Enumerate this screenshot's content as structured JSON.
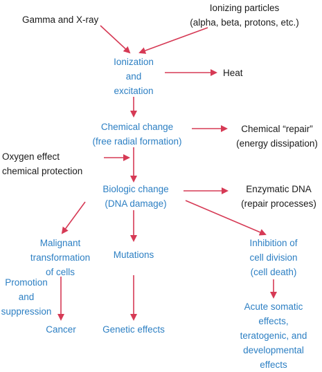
{
  "nodes": {
    "gamma": [
      "Gamma and X-ray"
    ],
    "ionizing_particles": [
      "Ionizing particles",
      "(alpha, beta, protons, etc.)"
    ],
    "ionization": [
      "Ionization",
      "and",
      "excitation"
    ],
    "heat": [
      "Heat"
    ],
    "chemical_change": [
      "Chemical change",
      "(free radial formation)"
    ],
    "chemical_repair": [
      "Chemical “repair”",
      "(energy dissipation)"
    ],
    "oxygen_effect": [
      "Oxygen effect",
      "chemical protection"
    ],
    "biologic_change": [
      "Biologic change",
      "(DNA damage)"
    ],
    "enzymatic_dna": [
      "Enzymatic DNA",
      "(repair processes)"
    ],
    "malignant": [
      "Malignant",
      "transformation",
      "of cells"
    ],
    "mutations": [
      "Mutations"
    ],
    "inhibition": [
      "Inhibition of",
      "cell division",
      "(cell death)"
    ],
    "promotion": [
      "Promotion",
      "and",
      "suppression"
    ],
    "cancer": [
      "Cancer"
    ],
    "genetic_effects": [
      "Genetic effects"
    ],
    "acute": [
      "Acute somatic",
      "effects,",
      "teratogenic, and",
      "developmental",
      "effects"
    ]
  },
  "colors": {
    "arrow": "#d63a55",
    "process_text": "#2c7fc3",
    "input_text": "#1a1a1a"
  }
}
